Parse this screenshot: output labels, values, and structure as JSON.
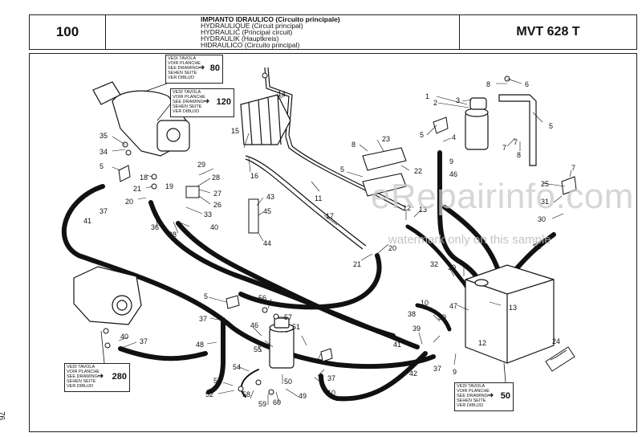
{
  "header": {
    "page_number": "100",
    "model": "MVT 628 T",
    "title_lines": [
      "IMPIANTO IDRAULICO (Circuito principale)",
      "HYDRAULIQUE (Circuit principal)",
      "HYDRAULIC (Principal circuit)",
      "HYDRAULIK (Hauptkreis)",
      "HIDRAULICO (Circuito principal)"
    ]
  },
  "references": [
    {
      "lines": [
        "VEDI TAVOLA",
        "VOIR PLANCHE",
        "SEE DRAWING",
        "SEHEN SEITE",
        "VER DIBUJO"
      ],
      "number": "80"
    },
    {
      "lines": [
        "VEDI TAVOLA",
        "VOIR PLANCHE",
        "SEE DRAWING",
        "SEHEN SEITE",
        "VER DIBUJO"
      ],
      "number": "120"
    },
    {
      "lines": [
        "VEDI TAVOLA",
        "VOIR PLANCHE",
        "SEE DRAWING",
        "SEHEN SEITE",
        "VER DIBUJO"
      ],
      "number": "280"
    },
    {
      "lines": [
        "VEDI TAVOLA",
        "VOIR PLANCHE",
        "SEE DRAWING",
        "SEHEN SEITE",
        "VER DIBUJO"
      ],
      "number": "50"
    }
  ],
  "callouts": [
    "1",
    "2",
    "3",
    "4",
    "5",
    "6",
    "7",
    "7",
    "7",
    "8",
    "8",
    "8",
    "9",
    "9",
    "10",
    "10",
    "11",
    "12",
    "12",
    "13",
    "13",
    "14",
    "15",
    "16",
    "17",
    "18",
    "19",
    "20",
    "20",
    "21",
    "21",
    "22",
    "23",
    "24",
    "25",
    "26",
    "27",
    "28",
    "29",
    "30",
    "30",
    "31",
    "32",
    "32",
    "33",
    "34",
    "35",
    "36",
    "37",
    "37",
    "37",
    "37",
    "37",
    "38",
    "38",
    "39",
    "40",
    "40",
    "41",
    "41",
    "42",
    "43",
    "44",
    "45",
    "46",
    "46",
    "47",
    "48",
    "49",
    "50",
    "51",
    "52",
    "53",
    "54",
    "55",
    "56",
    "57",
    "58",
    "59",
    "60",
    "5",
    "5",
    "5"
  ],
  "watermark": {
    "main": "eRepairinfo.com",
    "sub": "watermark only on this sample"
  },
  "side_text": "76"
}
